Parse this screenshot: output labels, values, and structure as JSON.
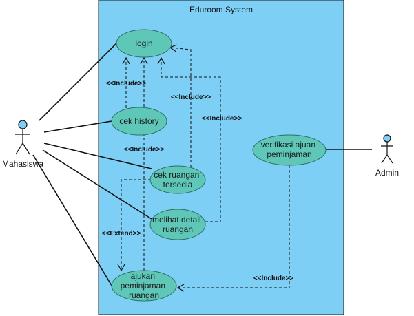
{
  "system": {
    "title": "Eduroom System",
    "fill": "#7ecff5",
    "border": "#1a1a1a"
  },
  "colors": {
    "usecase_fill": "#5ec7b8",
    "usecase_stroke": "#2d6e63",
    "actor_head": "#7ecff5",
    "line": "#111111"
  },
  "actors": {
    "mahasiswa": {
      "label": "Mahasiswa"
    },
    "admin": {
      "label": "Admin"
    }
  },
  "usecases": {
    "login": {
      "lines": [
        "login"
      ]
    },
    "cek_history": {
      "lines": [
        "cek history"
      ]
    },
    "cek_ruangan": {
      "lines": [
        "cek ruangan",
        "tersedia"
      ]
    },
    "melihat_detail": {
      "lines": [
        "melihat detail",
        "ruangan"
      ]
    },
    "ajukan": {
      "lines": [
        "ajukan",
        "peminjaman",
        "ruangan"
      ]
    },
    "verifikasi": {
      "lines": [
        "verifikasi ajuan",
        "peminjaman"
      ]
    }
  },
  "relations": {
    "include_history_login": "<<Include>>",
    "include_cek_ruangan_login": "<<Include>>",
    "include_detail_login": "<<Include>>",
    "include_ajukan_login": "<<Include>>",
    "extend_cek_ajukan": "<<Extend>>",
    "include_verifikasi_ajukan": "<<Include>>"
  }
}
